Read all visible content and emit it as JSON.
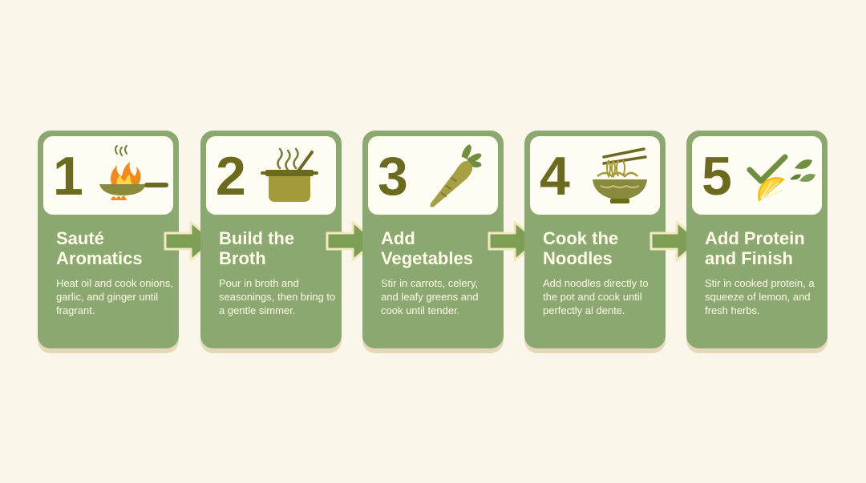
{
  "steps": [
    {
      "number": "1",
      "title": "Sauté\nAromatics",
      "description": "Heat oil and cook onions, garlic, and ginger until fragrant.",
      "icon": "frying-pan-flame-icon"
    },
    {
      "number": "2",
      "title": "Build the\nBroth",
      "description": "Pour in broth and seasonings, then bring to a gentle simmer.",
      "icon": "steaming-pot-icon"
    },
    {
      "number": "3",
      "title": "Add\nVegetables",
      "description": "Stir in carrots, celery, and leafy greens and cook until tender.",
      "icon": "carrot-icon"
    },
    {
      "number": "4",
      "title": "Cook the\nNoodles",
      "description": "Add noodles directly to the pot and cook until perfectly al dente.",
      "icon": "noodle-bowl-icon"
    },
    {
      "number": "5",
      "title": "Add Protein\nand Finish",
      "description": "Stir in cooked protein, a squeeze of lemon, and fresh herbs.",
      "icon": "checkmark-lemon-herbs-icon"
    }
  ],
  "colors": {
    "background": "#fbf6ea",
    "card": "#8ba870",
    "card_header": "#fefcf3",
    "number": "#6b6a1f",
    "text": "#fffbe8",
    "arrow": "#7e9e55",
    "flame": "#f08a1c"
  }
}
